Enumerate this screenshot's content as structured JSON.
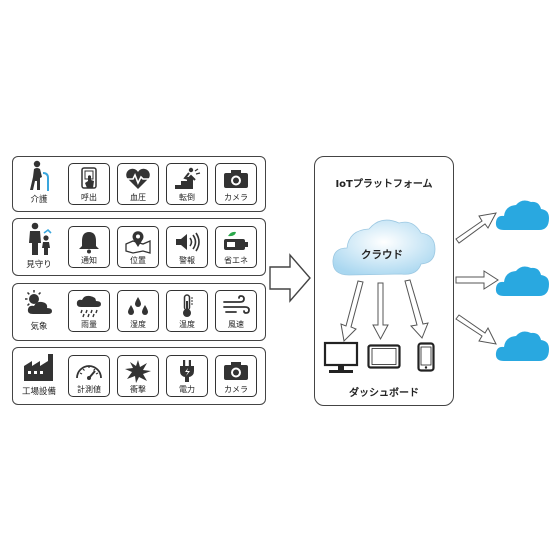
{
  "rows": [
    {
      "category": {
        "label": "介護",
        "icon": "elderly-person-icon"
      },
      "items": [
        {
          "label": "呼出",
          "icon": "call-button-icon"
        },
        {
          "label": "血圧",
          "icon": "heart-pulse-icon"
        },
        {
          "label": "転倒",
          "icon": "falling-stairs-icon"
        },
        {
          "label": "カメラ",
          "icon": "camera-icon"
        }
      ]
    },
    {
      "category": {
        "label": "見守り",
        "icon": "parent-child-icon"
      },
      "items": [
        {
          "label": "通知",
          "icon": "bell-icon"
        },
        {
          "label": "位置",
          "icon": "map-pin-icon"
        },
        {
          "label": "警報",
          "icon": "speaker-alarm-icon"
        },
        {
          "label": "省エネ",
          "icon": "eco-battery-icon"
        }
      ]
    },
    {
      "category": {
        "label": "気象",
        "icon": "sun-cloud-icon"
      },
      "items": [
        {
          "label": "雨量",
          "icon": "rain-cloud-icon"
        },
        {
          "label": "湿度",
          "icon": "water-drops-icon"
        },
        {
          "label": "温度",
          "icon": "thermometer-icon"
        },
        {
          "label": "風速",
          "icon": "wind-icon"
        }
      ]
    },
    {
      "category": {
        "label": "工場設備",
        "icon": "factory-icon"
      },
      "items": [
        {
          "label": "計測値",
          "icon": "gauge-icon"
        },
        {
          "label": "衝撃",
          "icon": "impact-icon"
        },
        {
          "label": "電力",
          "icon": "power-plug-icon"
        },
        {
          "label": "カメラ",
          "icon": "camera-icon"
        }
      ]
    }
  ],
  "platform": {
    "title": "IoTプラットフォーム",
    "cloud_label": "クラウド",
    "dashboard_label": "ダッシュボード",
    "devices": [
      "monitor-icon",
      "tablet-icon",
      "smartphone-icon"
    ]
  },
  "colors": {
    "cloud_blue": "#29a8e0",
    "cloud_light": "#c9e6f5",
    "border": "#444444"
  }
}
